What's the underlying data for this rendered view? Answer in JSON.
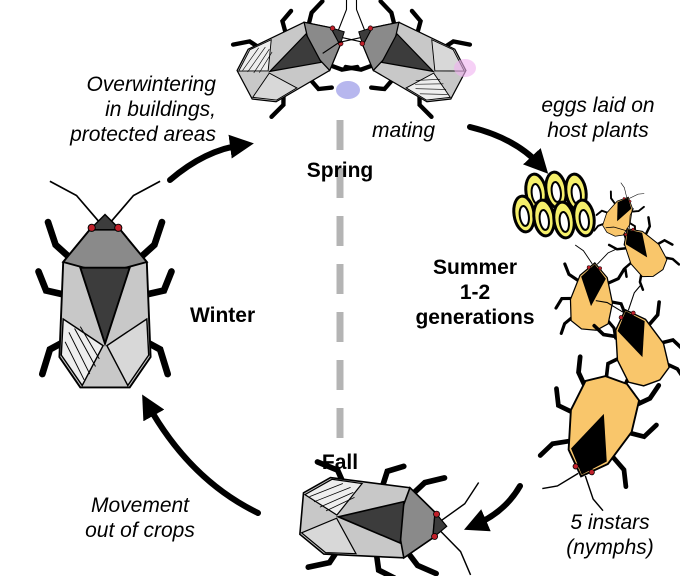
{
  "seasons": {
    "spring": "Spring",
    "summer": [
      "Summer",
      "1-2",
      "generations"
    ],
    "fall": "Fall",
    "winter": "Winter"
  },
  "annotations": {
    "overwintering": [
      "Overwintering",
      "in buildings,",
      "protected areas"
    ],
    "mating": "mating",
    "eggs": [
      "eggs laid on",
      "host plants"
    ],
    "instars": [
      "5 instars",
      "(nymphs)"
    ],
    "movement": [
      "Movement",
      "out of crops"
    ]
  },
  "colors": {
    "adult_dark": "#3c3c3c",
    "adult_mid": "#8a8a8a",
    "adult_light": "#c8c8c8",
    "nymph": "#f9c66b",
    "egg": "#f5ef6a",
    "divider": "#b4b4b4",
    "arrow": "#000000",
    "eye": "#c0202a",
    "mating_tint_blue": "#7c7ce0",
    "mating_tint_pink": "#f0b0f0"
  },
  "icons": [
    "stink-bug-adult-icon",
    "stink-bug-nymph-icon",
    "egg-cluster-icon",
    "curved-arrow-icon"
  ]
}
